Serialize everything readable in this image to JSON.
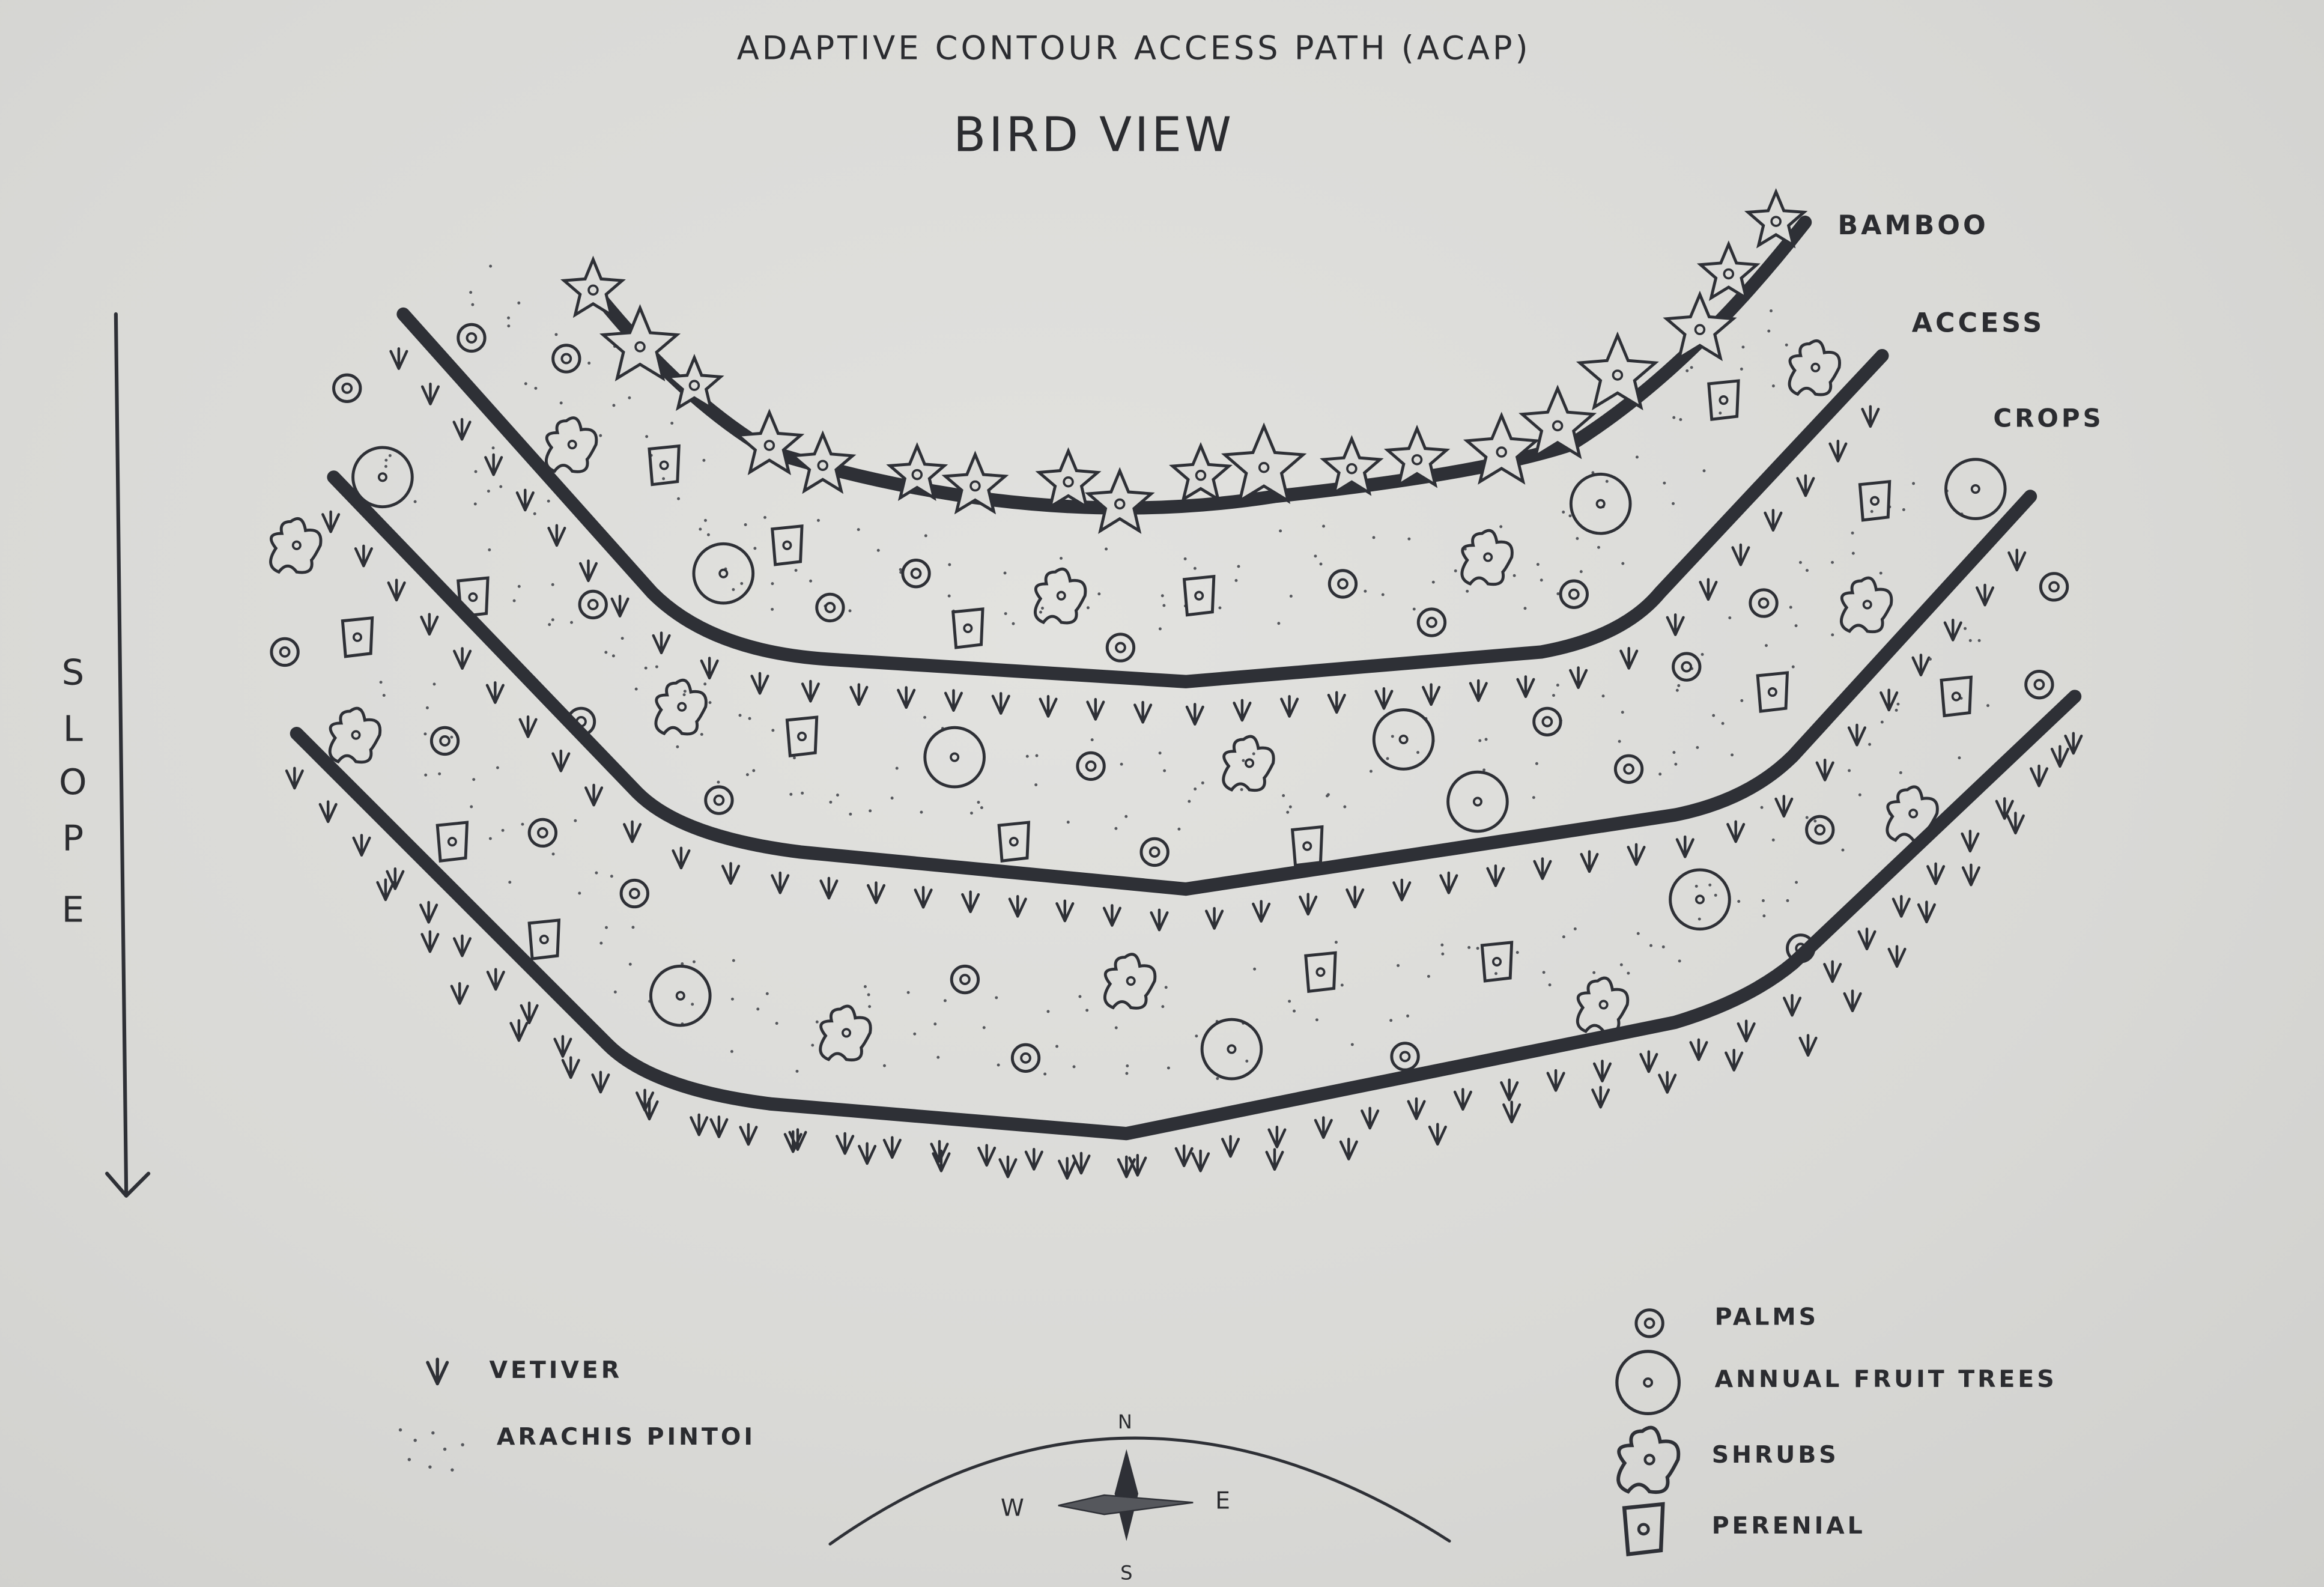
{
  "title": "ADAPTIVE CONTOUR ACCESS PATH (ACAP)",
  "subtitle": "BIRD VIEW",
  "zone_labels": {
    "bamboo": "BAMBOO",
    "access": "ACCESS",
    "crops": "CROPS"
  },
  "slope_label": [
    "S",
    "L",
    "O",
    "P",
    "E"
  ],
  "legend_left": {
    "vetiver": "VETIVER",
    "arachis": "ARACHIS PINTOI"
  },
  "legend_right": {
    "palms": "PALMS",
    "fruit_trees": "ANNUAL FRUIT TREES",
    "shrubs": "SHRUBS",
    "perennial": "PERENIAL"
  },
  "compass": {
    "n": "N",
    "e": "E",
    "s": "S",
    "w": "W"
  },
  "colors": {
    "ink": "#2e3036",
    "paper": "#dcdcd9"
  }
}
